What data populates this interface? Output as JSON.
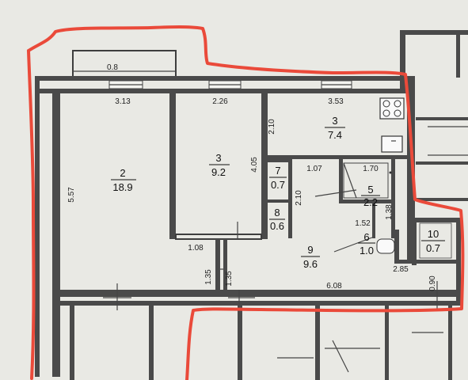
{
  "rooms": [
    {
      "id": "r2",
      "number": "2",
      "area": "18.9"
    },
    {
      "id": "r3a",
      "number": "3",
      "area": "9.2"
    },
    {
      "id": "r3b",
      "number": "3",
      "area": "7.4"
    },
    {
      "id": "r5",
      "number": "5",
      "area": "2.2"
    },
    {
      "id": "r6",
      "number": "6",
      "area": "1.0"
    },
    {
      "id": "r7",
      "number": "7",
      "area": "0.7"
    },
    {
      "id": "r8",
      "number": "8",
      "area": "0.6"
    },
    {
      "id": "r9",
      "number": "9",
      "area": "9.6"
    },
    {
      "id": "r10",
      "number": "10",
      "area": "0.7"
    }
  ],
  "dimensions": {
    "balcony": "0.8",
    "room2_width": "3.13",
    "room3a_width": "2.26",
    "kitchen_width": "3.53",
    "room2_height": "5.57",
    "room3a_height": "4.05",
    "kitchen_depth": "2.10",
    "closet7_width": "1.07",
    "closet8_height": "2.10",
    "bath_width": "1.70",
    "wc_width": "1.52",
    "wc_height": "1.38",
    "hall_stub_width": "1.08",
    "hall_stub_height": "1.35",
    "hall_stub_height_2": "1.35",
    "corridor_length": "6.08",
    "closet10_width": "2.85",
    "closet10_depth": "0.90"
  },
  "colors": {
    "wall": "#4a4a4a",
    "outline": "#ea4a3a",
    "paper": "#e9e9e4"
  }
}
